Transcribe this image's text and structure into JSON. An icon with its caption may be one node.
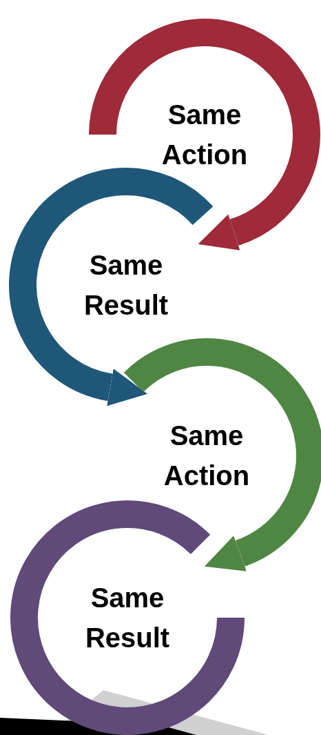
{
  "diagram": {
    "nodes": [
      {
        "text": [
          "Same Action"
        ]
      },
      {
        "text": [
          "Same Result"
        ]
      },
      {
        "text": [
          "Same Action"
        ]
      },
      {
        "text": [
          "Same Result"
        ]
      }
    ],
    "edges": [
      {
        "from": 0,
        "to": 1,
        "arrow": "to",
        "color": "#9e2a3a"
      },
      {
        "from": 1,
        "to": 2,
        "arrow": "to",
        "color": "#1f5779"
      },
      {
        "from": 2,
        "to": 3,
        "arrow": "to",
        "color": "#4f8643"
      }
    ]
  }
}
